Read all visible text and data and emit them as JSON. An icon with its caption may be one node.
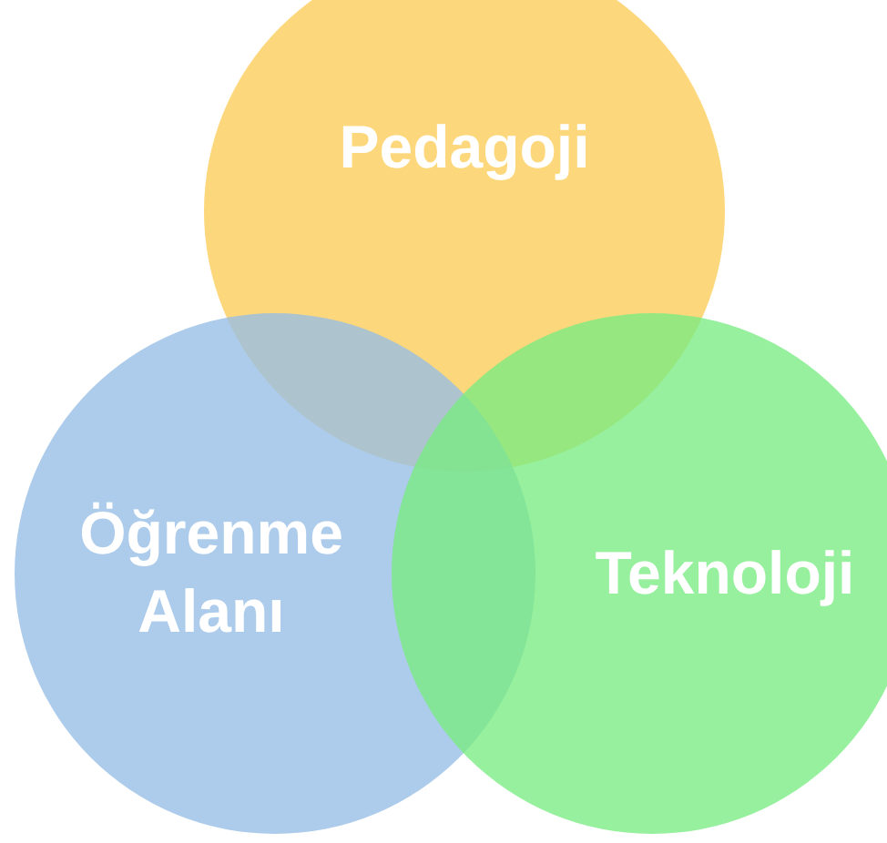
{
  "diagram": {
    "nodes": [
      {
        "text": [
          "Pedagoji"
        ]
      },
      {
        "text": [
          "Öğrenme Alanı"
        ]
      },
      {
        "text": [
          "Teknoloji"
        ]
      }
    ],
    "edges": []
  }
}
